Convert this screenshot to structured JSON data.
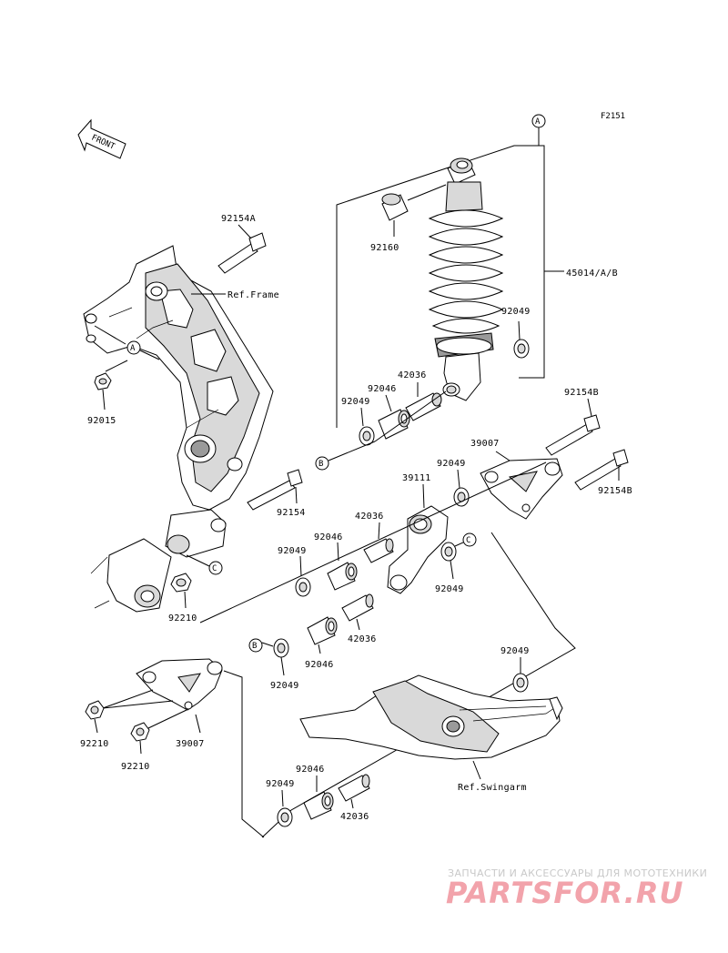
{
  "figure_id": "F2151",
  "front_label": "FRONT",
  "ref_labels": {
    "frame": "Ref.Frame",
    "swingarm": "Ref.Swingarm"
  },
  "callouts": [
    "A",
    "B",
    "C"
  ],
  "parts": {
    "p92154A": "92154A",
    "p92160": "92160",
    "p45014": "45014/A/B",
    "p92049_shock": "92049",
    "p42036_top": "42036",
    "p92046_top": "92046",
    "p92049_top_left": "92049",
    "p92015": "92015",
    "p92154B_upper": "92154B",
    "p39007_right": "39007",
    "p92049_right_upper": "92049",
    "p92154B_lower": "92154B",
    "p39111": "39111",
    "p92154": "92154",
    "p42036_mid": "42036",
    "p92046_mid": "92046",
    "p92049_mid_left": "92049",
    "p92049_right_mid": "92049",
    "p92210_frame": "92210",
    "p42036_lower": "42036",
    "p92046_lower": "92046",
    "p92049_lower": "92049",
    "p92049_swingarm": "92049",
    "p92210_left": "92210",
    "p92210_left2": "92210",
    "p39007_left": "39007",
    "p92046_bottom": "92046",
    "p92049_bottom": "92049",
    "p42036_bottom": "42036"
  },
  "watermark": {
    "tagline": "ЗАПЧАСТИ И АКСЕССУАРЫ ДЛЯ МОТОТЕХНИКИ",
    "logo": "PARTSFOR.RU",
    "logo_color": "#f2a3ab"
  }
}
